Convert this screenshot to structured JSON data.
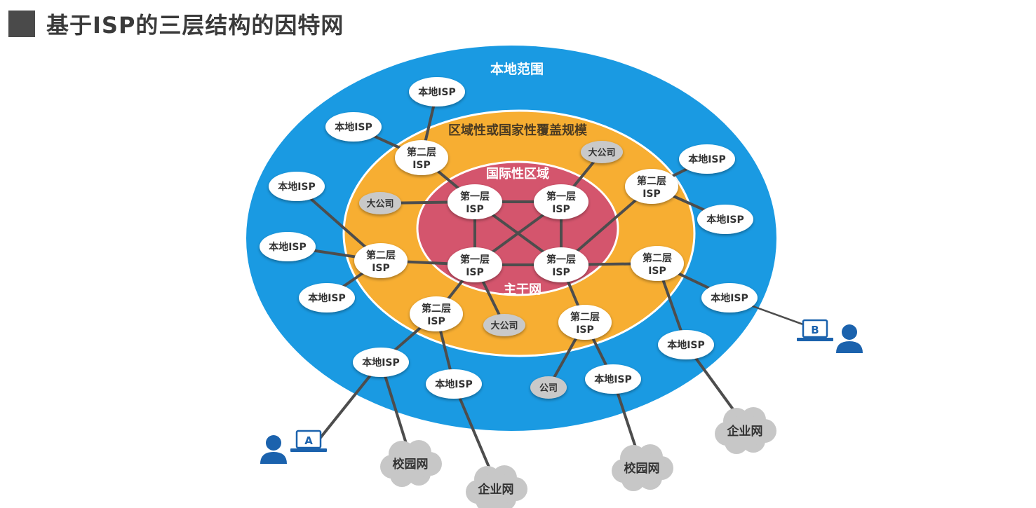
{
  "title": "基于ISP的三层结构的因特网",
  "zones": {
    "local": "本地范围",
    "regional": "区域性或国家性覆盖规模",
    "international": "国际性区域",
    "backbone": "主干网"
  },
  "labels": {
    "tier1": [
      "第一层",
      "ISP"
    ],
    "tier2": [
      "第二层",
      "ISP"
    ],
    "local_isp": "本地ISP",
    "big_company": "大公司",
    "company": "公司",
    "campus": "校园网",
    "enterprise": "企业网",
    "host_a": "A",
    "host_b": "B"
  },
  "colors": {
    "local_zone": "#1a9ae2",
    "regional_zone": "#f7ae32",
    "international_zone": "#d4556d",
    "node_white": "#ffffff",
    "node_gray": "#c9c9c9",
    "link": "#4d4d4d",
    "user": "#1b62ad",
    "cloud": "#c7c7c7"
  }
}
